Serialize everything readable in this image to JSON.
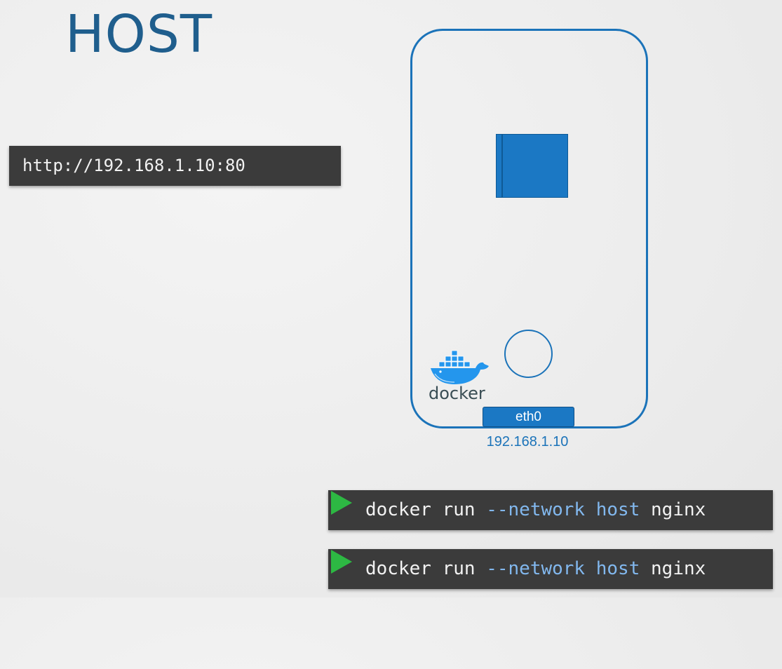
{
  "title": "HOST",
  "url_box": {
    "text": "http://192.168.1.10:80"
  },
  "host": {
    "logo_text": "docker",
    "interface": "eth0",
    "ip": "192.168.1.10"
  },
  "commands": [
    {
      "cmd": "docker",
      "sub": "run",
      "flag": "--network",
      "value": "host",
      "image": "nginx"
    },
    {
      "cmd": "docker",
      "sub": "run",
      "flag": "--network",
      "value": "host",
      "image": "nginx"
    }
  ],
  "colors": {
    "title": "#1f5e8d",
    "accent": "#1b73b9",
    "play": "#2db843",
    "terminal_bg": "#3b3b3b",
    "keyword": "#82b8ee"
  }
}
